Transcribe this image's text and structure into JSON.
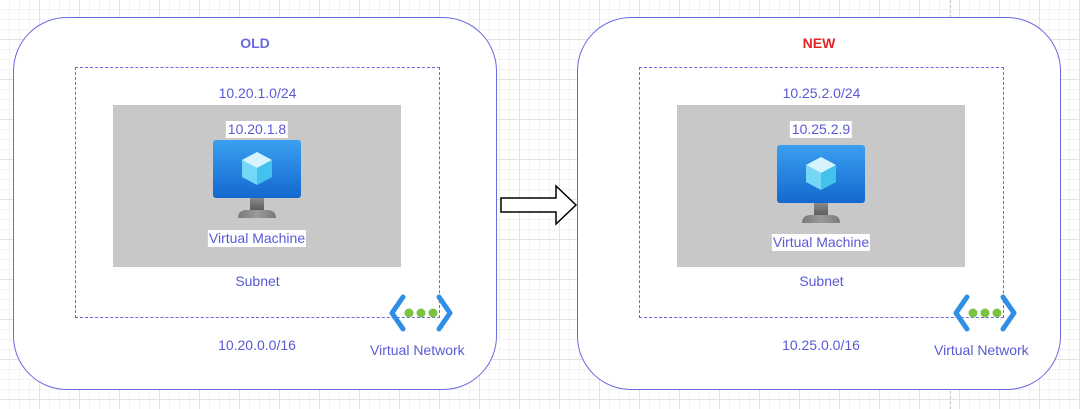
{
  "colors": {
    "old_title": "#6a6ae0",
    "new_title": "#e02626",
    "border": "#6a6ae0",
    "text": "#5a5ad6",
    "vm_background": "#c8c8c8"
  },
  "old": {
    "title": "OLD",
    "subnet_cidr": "10.20.1.0/24",
    "vm_ip": "10.20.1.8",
    "vm_label": "Virtual Machine",
    "subnet_label": "Subnet",
    "vnet_cidr": "10.20.0.0/16",
    "vnet_label": "Virtual Network"
  },
  "new": {
    "title": "NEW",
    "subnet_cidr": "10.25.2.0/24",
    "vm_ip": "10.25.2.9",
    "vm_label": "Virtual Machine",
    "subnet_label": "Subnet",
    "vnet_cidr": "10.25.0.0/16",
    "vnet_label": "Virtual Network"
  },
  "icons": {
    "vm": "virtual-machine-icon",
    "vnet": "virtual-network-icon",
    "migration": "arrow-right-icon"
  }
}
